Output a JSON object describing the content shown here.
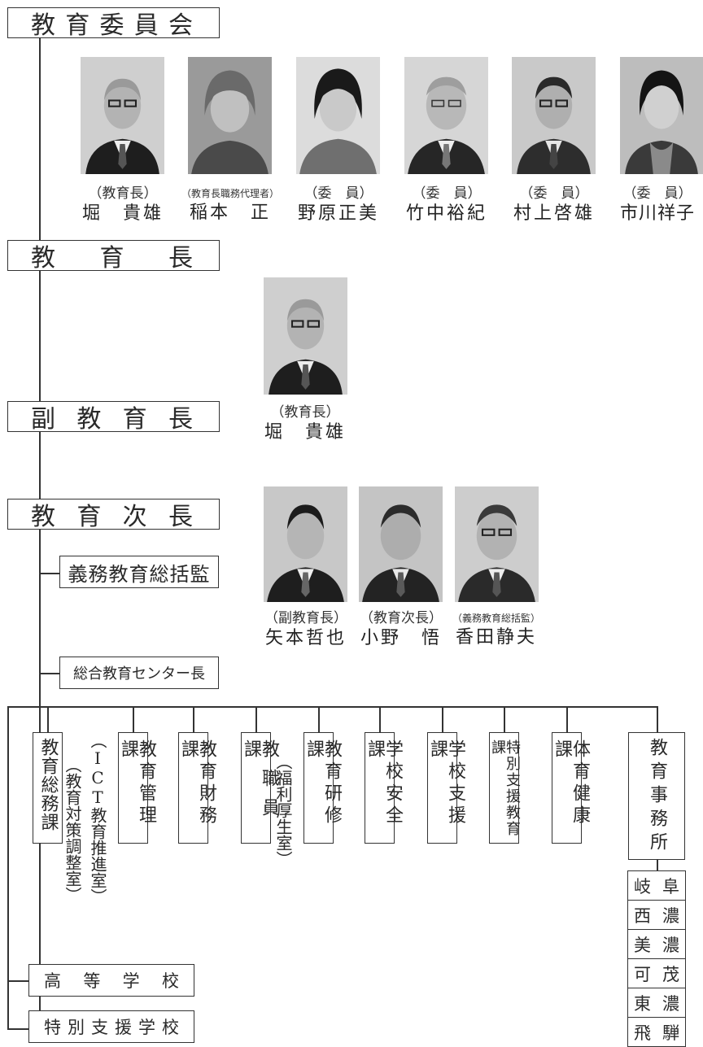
{
  "headers": {
    "board": [
      "教",
      "育",
      "委",
      "員",
      "会"
    ],
    "superintendent": [
      "教",
      "育",
      "長"
    ],
    "deputy": [
      "副",
      "教",
      "育",
      "長"
    ],
    "vice": [
      "教",
      "育",
      "次",
      "長"
    ]
  },
  "sub_boxes": {
    "compulsory": "義務教育総括監",
    "center": "総合教育センター長"
  },
  "board_members": [
    {
      "role": "（教育長）",
      "name": "堀　貴雄"
    },
    {
      "role": "（教育長職務代理者）",
      "name": "稲本　正"
    },
    {
      "role": "（委　員）",
      "name": "野原正美"
    },
    {
      "role": "（委　員）",
      "name": "竹中裕紀"
    },
    {
      "role": "（委　員）",
      "name": "村上啓雄"
    },
    {
      "role": "（委　員）",
      "name": "市川祥子"
    }
  ],
  "superintendent_person": {
    "role": "（教育長）",
    "name": "堀　貴雄"
  },
  "vice_people": [
    {
      "role": "（副教育長）",
      "name": "矢本哲也"
    },
    {
      "role": "（教育次長）",
      "name": "小野　悟"
    },
    {
      "role": "（義務教育総括監）",
      "name": "香田静夫"
    }
  ],
  "departments": [
    "教育総務課",
    "教育管理課",
    "教育財務課",
    "教職員課",
    "教育研修課",
    "学校安全課",
    "学校支援課",
    "特別支援教育課",
    "体育健康課",
    "教育事務所"
  ],
  "notes": {
    "policy": "（教育対策調整室）",
    "ict": "（ICT教育推進室）",
    "welfare": "（福利厚生室）"
  },
  "offices": [
    [
      "岐",
      "阜"
    ],
    [
      "西",
      "濃"
    ],
    [
      "美",
      "濃"
    ],
    [
      "可",
      "茂"
    ],
    [
      "東",
      "濃"
    ],
    [
      "飛",
      "騨"
    ]
  ],
  "schools": {
    "high": [
      "高",
      "等",
      "学",
      "校"
    ],
    "special": [
      "特",
      "別",
      "支",
      "援",
      "学",
      "校"
    ]
  }
}
